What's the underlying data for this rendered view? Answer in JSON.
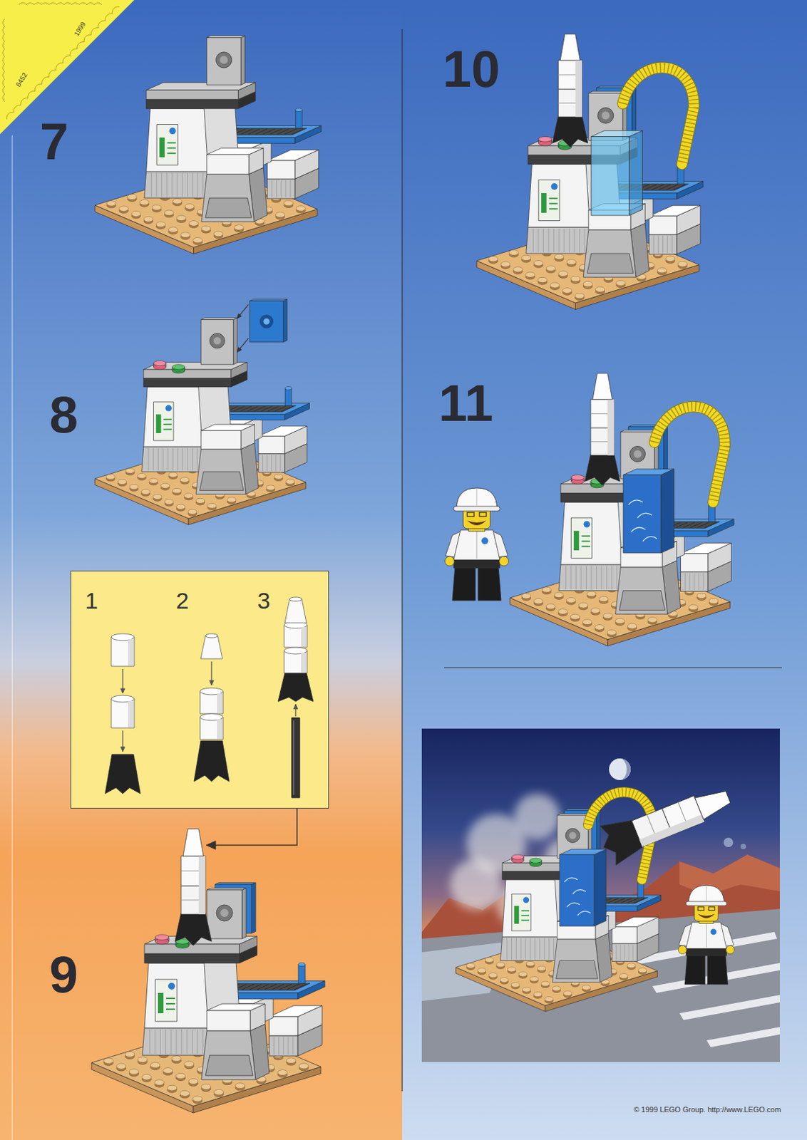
{
  "diagram": {
    "nodes": [
      {
        "text": [
          "1",
          "2",
          "3"
        ]
      }
    ],
    "labels": [
      "6452",
      "1999",
      "7",
      "10",
      "8",
      "11",
      "9",
      "© 1999 LEGO Group. http://www.LEGO.com"
    ]
  }
}
